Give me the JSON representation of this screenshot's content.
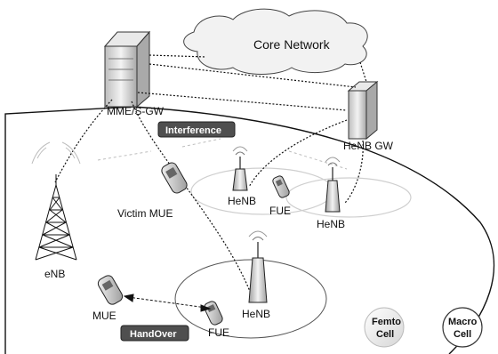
{
  "labels": {
    "core_network": "Core Network",
    "mme_sgw": "MME/S-GW",
    "henb_gw": "HeNB GW",
    "interference": "Interference",
    "handover": "HandOver",
    "enb": "eNB",
    "victim_mue": "Victim MUE",
    "henb_top_left": "HeNB",
    "fue_top": "FUE",
    "henb_top_right": "HeNB",
    "henb_bottom": "HeNB",
    "mue": "MUE",
    "fue_bottom": "FUE",
    "femto_cell_line1": "Femto",
    "femto_cell_line2": "Cell",
    "macro_cell_line1": "Macro",
    "macro_cell_line2": "Cell"
  },
  "colors": {
    "badge_fill": "#4f4f4f",
    "device_fill": "#d9d9d9",
    "line": "#111111",
    "cloud": "#f2f2f2"
  },
  "icons": [
    "cloud-icon",
    "server-icon",
    "tower-icon",
    "phone-icon",
    "antenna-icon"
  ]
}
